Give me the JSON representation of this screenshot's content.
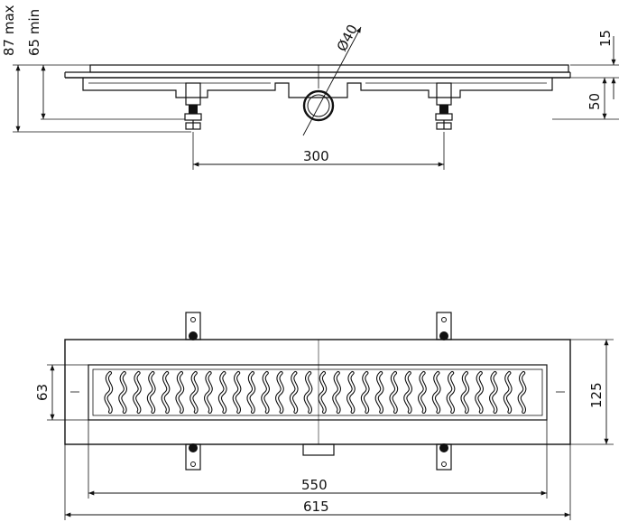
{
  "dimensions": {
    "max_height": "87 max",
    "min_height": "65 min",
    "pipe_diameter": "Ø40",
    "grate_thickness": "15",
    "body_height": "50",
    "foot_spacing": "300",
    "grate_width": "63",
    "frame_width": "125",
    "grate_length": "550",
    "total_length": "615"
  },
  "colors": {
    "line": "#111111",
    "background": "#ffffff"
  }
}
